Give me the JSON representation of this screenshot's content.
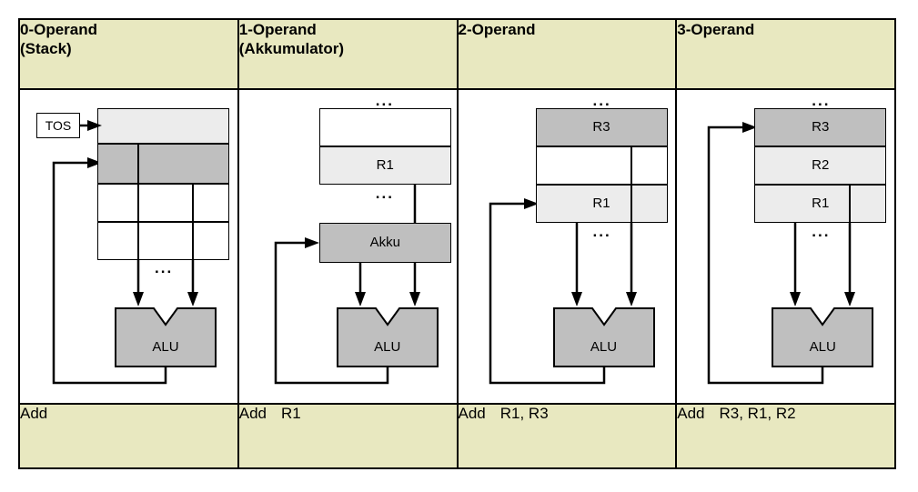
{
  "diagram": {
    "title_row": [
      {
        "id": "col0",
        "label": "0-Operand\n(Stack)"
      },
      {
        "id": "col1",
        "label": "1-Operand\n(Akkumulator)"
      },
      {
        "id": "col2",
        "label": "2-Operand"
      },
      {
        "id": "col3",
        "label": "3-Operand"
      }
    ],
    "instruction_row": [
      {
        "mnemonic": "Add",
        "operands": ""
      },
      {
        "mnemonic": "Add",
        "operands": "R1"
      },
      {
        "mnemonic": "Add",
        "operands": "R1, R3"
      },
      {
        "mnemonic": "Add",
        "operands": "R3, R1, R2"
      }
    ],
    "columns": [
      {
        "id": "stack-column",
        "pointer_label": "TOS",
        "alu_label": "ALU",
        "ellipsis_below": "...",
        "cells": [
          {
            "label": "",
            "fill": "light"
          },
          {
            "label": "",
            "fill": "dark"
          },
          {
            "label": "",
            "fill": "white"
          },
          {
            "label": "",
            "fill": "white"
          }
        ]
      },
      {
        "id": "accumulator-column",
        "alu_label": "ALU",
        "accumulator_label": "Akku",
        "ellipsis_above": "...",
        "ellipsis_below": "...",
        "cells": [
          {
            "label": "",
            "fill": "white"
          },
          {
            "label": "R1",
            "fill": "light"
          }
        ]
      },
      {
        "id": "two-operand-column",
        "alu_label": "ALU",
        "ellipsis_above": "...",
        "ellipsis_below": "...",
        "cells": [
          {
            "label": "R3",
            "fill": "dark"
          },
          {
            "label": "",
            "fill": "white"
          },
          {
            "label": "R1",
            "fill": "light"
          }
        ]
      },
      {
        "id": "three-operand-column",
        "alu_label": "ALU",
        "ellipsis_above": "...",
        "ellipsis_below": "...",
        "cells": [
          {
            "label": "R3",
            "fill": "dark"
          },
          {
            "label": "R2",
            "fill": "light"
          },
          {
            "label": "R1",
            "fill": "light"
          }
        ]
      }
    ],
    "colors": {
      "header_background": "#e8e8c0",
      "cell_fill_dark": "#bfbfbf",
      "cell_fill_light": "#ececec",
      "cell_fill_white": "#ffffff",
      "line": "#000000",
      "page_background": "#ffffff"
    }
  }
}
